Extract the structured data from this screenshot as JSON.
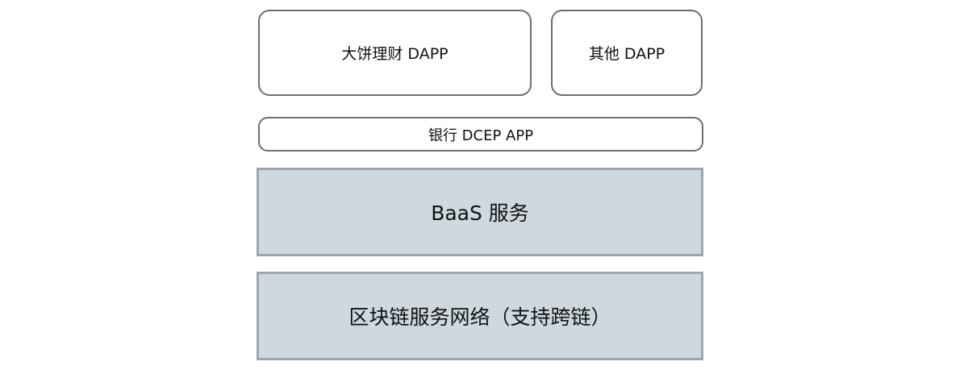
{
  "diagram": {
    "type": "layered-architecture",
    "layers": [
      {
        "id": "apps",
        "items": [
          {
            "label": "大饼理财 DAPP"
          },
          {
            "label": "其他 DAPP"
          }
        ]
      },
      {
        "id": "bank-app",
        "label": "银行 DCEP APP"
      },
      {
        "id": "baas",
        "label": "BaaS 服务"
      },
      {
        "id": "network",
        "label": "区块链服务网络（支持跨链）"
      }
    ],
    "colors": {
      "app_border": "#6e6e6e",
      "app_fill": "#ffffff",
      "layer_fill": "#cfd8de",
      "layer_border": "#9aa8b2"
    }
  }
}
